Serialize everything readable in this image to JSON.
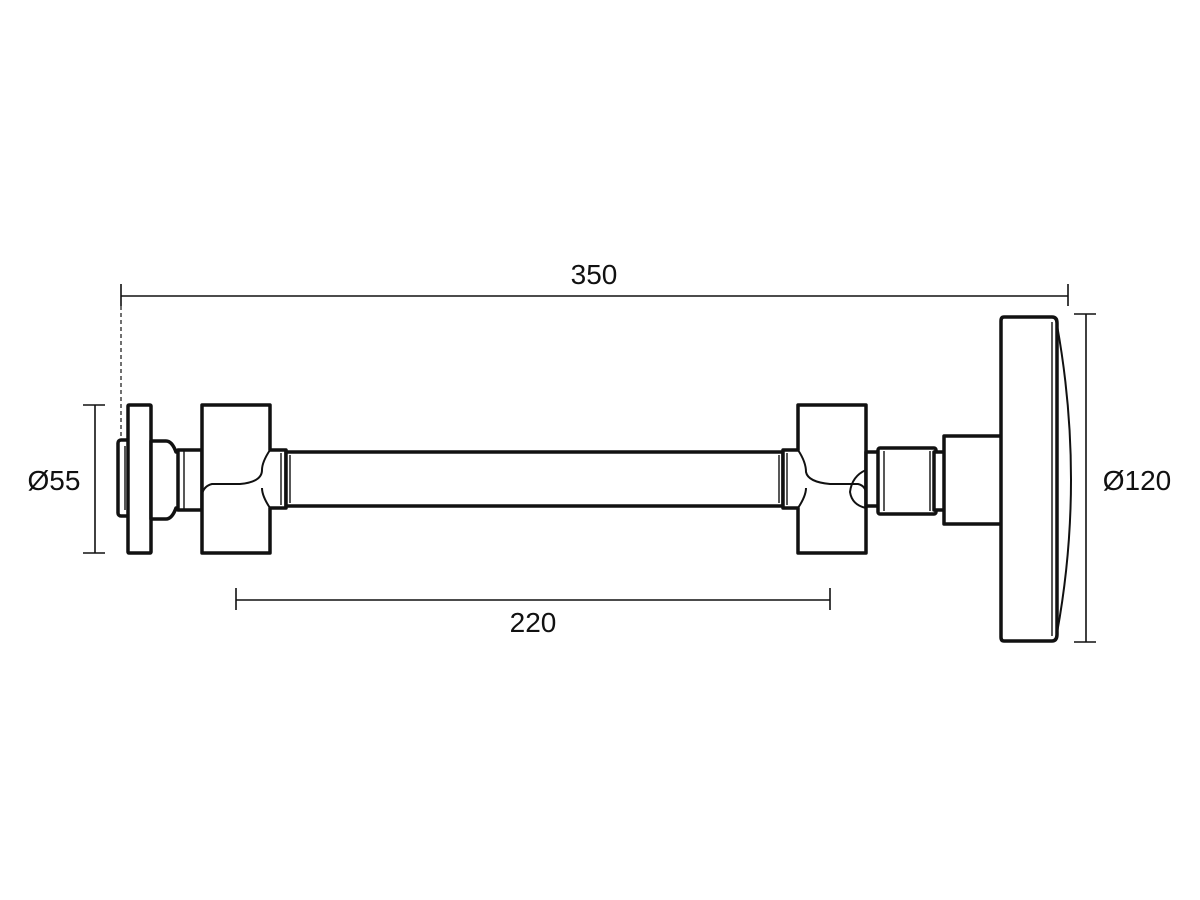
{
  "dimensions": {
    "overall_length": "350",
    "bar_length": "220",
    "left_flange_diameter": "Ø55",
    "right_flange_diameter": "Ø120"
  },
  "colors": {
    "line": "#111111",
    "background": "#ffffff"
  }
}
